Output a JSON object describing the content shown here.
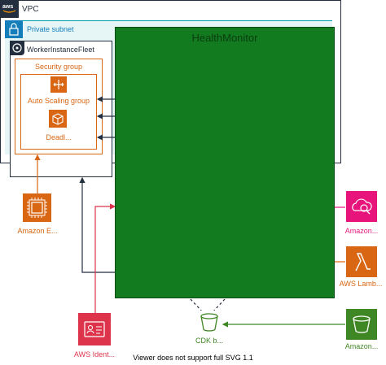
{
  "vpc": {
    "label": "VPC",
    "badge_text": "aws"
  },
  "subnet": {
    "label": "Private subnet"
  },
  "fleet": {
    "label": "WorkerInstanceFleet"
  },
  "security_group": {
    "label": "Security group"
  },
  "auto_scaling": {
    "label": "Auto Scaling group"
  },
  "deadline": {
    "label": "Deadl..."
  },
  "health_monitor": {
    "label": "HealthMonitor"
  },
  "ec2": {
    "label": "Amazon E..."
  },
  "cloudwatch": {
    "label": "Amazon..."
  },
  "lambda": {
    "label": "AWS Lamb..."
  },
  "iam": {
    "label": "AWS Ident..."
  },
  "cdk_bucket": {
    "label": "CDK b..."
  },
  "s3": {
    "label": "Amazon..."
  },
  "footer": {
    "note": "Viewer does not support full SVG 1.1"
  },
  "colors": {
    "health_monitor": "#127b1f",
    "compute": "#d86613",
    "management": "#e7157b",
    "security": "#dd344c",
    "storage": "#3f8624",
    "vpc": "#232f3e",
    "subnet": "#147eba"
  },
  "icons": {
    "vpc": "aws-cloud-icon",
    "subnet": "lock-icon",
    "fleet": "fleet-icon",
    "auto_scaling": "auto-scaling-icon",
    "deadline": "deadline-icon",
    "ec2": "ec2-icon",
    "cloudwatch": "cloudwatch-icon",
    "lambda": "lambda-icon",
    "iam": "iam-icon",
    "cdk_bucket": "bucket-icon",
    "s3": "s3-icon"
  }
}
